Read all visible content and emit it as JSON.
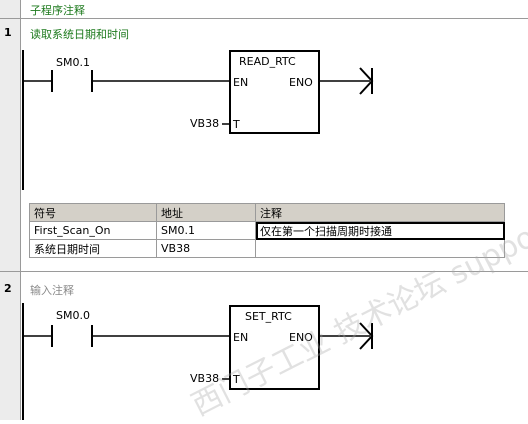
{
  "subroutine_comment": "子程序注释",
  "network1": {
    "number": "1",
    "comment": "读取系统日期和时间",
    "contact_address": "SM0.1",
    "box_title": "READ_RTC",
    "en": "EN",
    "eno": "ENO",
    "t_pin": "T",
    "t_operand": "VB38"
  },
  "symbol_table": {
    "headers": [
      "符号",
      "地址",
      "注释"
    ],
    "rows": [
      [
        "First_Scan_On",
        "SM0.1",
        "仅在第一个扫描周期时接通"
      ],
      [
        "系统日期时间",
        "VB38",
        ""
      ]
    ]
  },
  "network2": {
    "number": "2",
    "comment": "输入注释",
    "contact_address": "SM0.0",
    "box_title": "SET_RTC",
    "en": "EN",
    "eno": "ENO",
    "t_pin": "T",
    "t_operand": "VB38"
  },
  "watermark": "西门子工业 技术论坛 support.industry.siemens.com/cs"
}
